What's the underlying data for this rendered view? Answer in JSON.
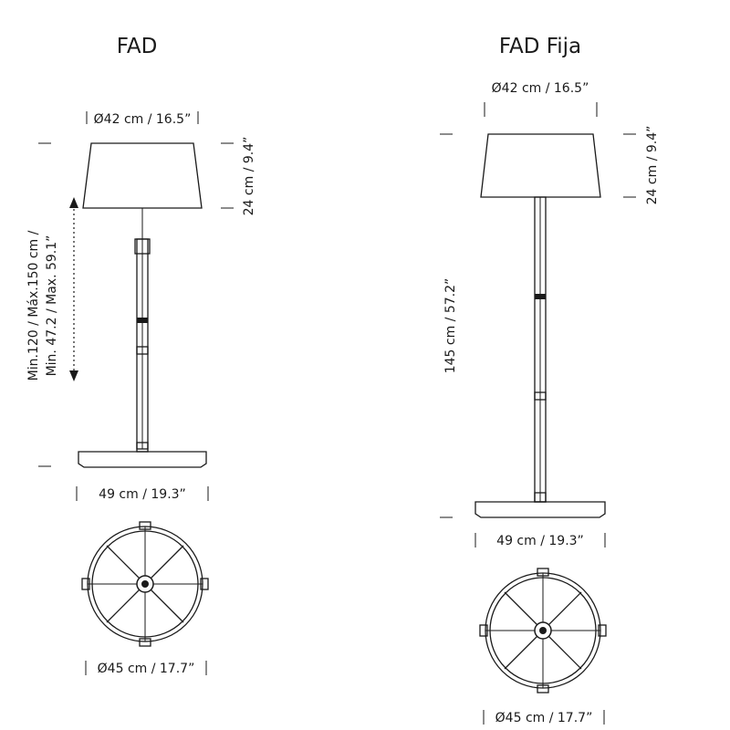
{
  "left": {
    "title": "FAD",
    "shade_diameter": "Ø42 cm / 16.5”",
    "shade_height": "24 cm / 9.4”",
    "height_range_line1": "Min.120 / Máx.150 cm /",
    "height_range_line2": "Min. 47.2 / Max. 59.1”",
    "base_width": "49 cm / 19.3”",
    "base_diameter": "Ø45 cm / 17.7”"
  },
  "right": {
    "title": "FAD Fija",
    "shade_diameter": "Ø42 cm / 16.5”",
    "shade_height": "24 cm / 9.4”",
    "height": "145 cm / 57.2”",
    "base_width": "49 cm / 19.3”",
    "base_diameter": "Ø45 cm / 17.7”"
  },
  "colors": {
    "line": "#1a1a1a",
    "background": "#ffffff"
  }
}
